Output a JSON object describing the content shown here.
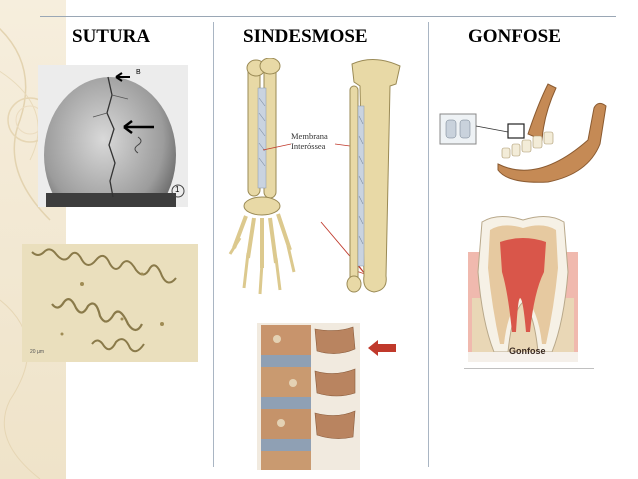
{
  "columns": {
    "sutura": "SUTURA",
    "sindesmose": "SINDESMOSE",
    "gonfose": "GONFOSE"
  },
  "labels": {
    "membrana_line1": "Membrana",
    "membrana_line2": "Interóssea",
    "skull_marker_b": "B",
    "skull_number": "1",
    "tooth_caption": "Gonfose",
    "micro_scale": "20 µm"
  },
  "colors": {
    "background": "#ffffff",
    "left_band": "#f3e9d2",
    "divider": "#a9b5c3",
    "bone": "#e8d9a6",
    "arrow_red": "#c0392b"
  }
}
